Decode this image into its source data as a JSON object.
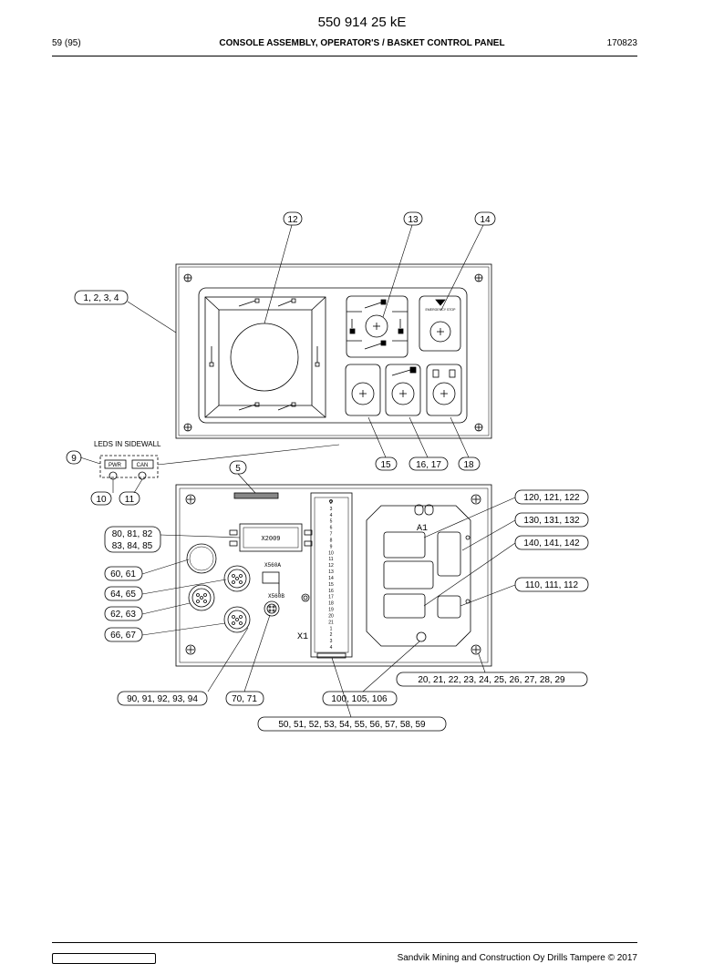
{
  "header": {
    "doc_number": "550 914 25 kE",
    "page": "59 (95)",
    "title": "CONSOLE ASSEMBLY, OPERATOR'S / BASKET CONTROL PANEL",
    "date": "170823"
  },
  "footer": {
    "copyright": "Sandvik Mining and Construction Oy Drills Tampere © 2017"
  },
  "diagram": {
    "callouts": {
      "c12": "12",
      "c13": "13",
      "c14": "14",
      "c1_4": "1, 2, 3, 4",
      "c9": "9",
      "c10": "10",
      "c11": "11",
      "c5": "5",
      "c15": "15",
      "c16_17": "16, 17",
      "c18": "18",
      "c120": "120, 121, 122",
      "c130": "130, 131, 132",
      "c140": "140, 141, 142",
      "c110": "110, 111, 112",
      "c80a": "80, 81, 82",
      "c80b": "83, 84, 85",
      "c60": "60, 61",
      "c64": "64, 65",
      "c62": "62, 63",
      "c66": "66, 67",
      "c20": "20, 21, 22, 23, 24, 25, 26, 27, 28, 29",
      "c90": "90, 91, 92, 93, 94",
      "c70": "70, 71",
      "c100": "100, 105, 106",
      "c50": "50, 51, 52, 53, 54, 55, 56, 57, 58, 59"
    },
    "leds_title": "LEDS IN SIDEWALL",
    "led_pwr": "PWR",
    "led_can": "CAN",
    "x2009": "X2009",
    "x560a": "X560A",
    "x560b": "X560B",
    "x1": "X1",
    "a1": "A1",
    "emergency_stop": "EMERGENCY STOP",
    "terminal_numbers": [
      "2",
      "3",
      "4",
      "5",
      "6",
      "7",
      "8",
      "9",
      "10",
      "11",
      "12",
      "13",
      "14",
      "15",
      "16",
      "17",
      "18",
      "19",
      "20",
      "21",
      "1",
      "2",
      "3",
      "4"
    ]
  }
}
